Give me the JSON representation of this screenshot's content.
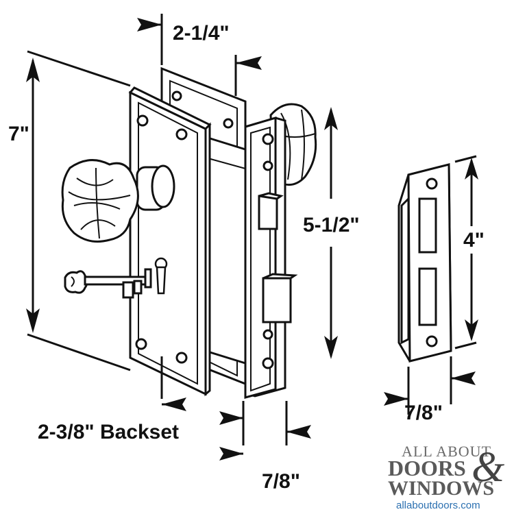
{
  "dimensions": {
    "top_width": "2-1/4\"",
    "faceplate_height": "7\"",
    "mortise_height": "5-1/2\"",
    "strike_height": "4\"",
    "backset": "2-3/8\" Backset",
    "mortise_width": "7/8\"",
    "strike_width": "7/8\""
  },
  "brand": {
    "tagline": "ALL ABOUT",
    "word1": "DOORS",
    "ampersand": "&",
    "word2": "WINDOWS",
    "url": "allaboutdoors.com"
  },
  "colors": {
    "line": "#111111",
    "fill": "#ffffff",
    "brand_gray": "#5a5a5a",
    "url_blue": "#2a6fb0"
  }
}
